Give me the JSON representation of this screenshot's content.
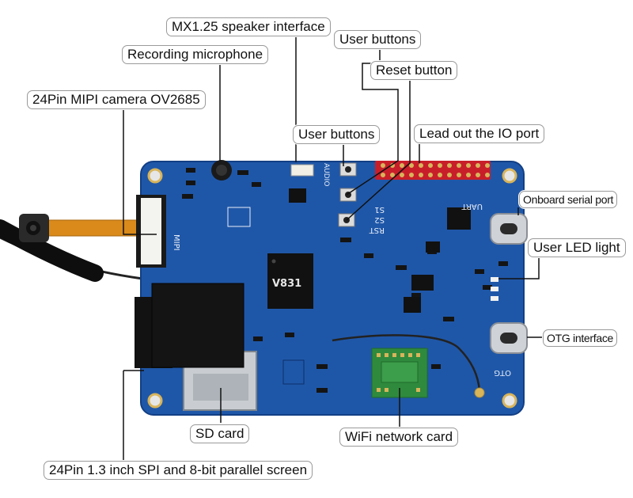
{
  "labels": {
    "speaker": "MX1.25 speaker interface",
    "user_buttons_top": "User buttons",
    "recording_mic": "Recording microphone",
    "reset": "Reset button",
    "camera": "24Pin MIPI camera OV2685",
    "user_buttons_mid": "User buttons",
    "io_port": "Lead out the IO port",
    "serial": "Onboard serial port",
    "led": "User LED light",
    "otg": "OTG interface",
    "sd": "SD card",
    "wifi": "WiFi network card",
    "screen": "24Pin 1.3 inch SPI and 8-bit parallel screen"
  },
  "silkscreen": {
    "chip": "V831",
    "mipi": "MIPI",
    "audio": "AUDIO",
    "uart": "UART",
    "otg": "OTG",
    "rst": "RST",
    "s1": "S1",
    "s2": "S2"
  },
  "colors": {
    "board": "#1f57a8",
    "board_dark": "#123f85",
    "header_red": "#c81e2a",
    "gold": "#d8b45a",
    "wifi_green": "#2f8a3d",
    "leader": "#111111"
  }
}
